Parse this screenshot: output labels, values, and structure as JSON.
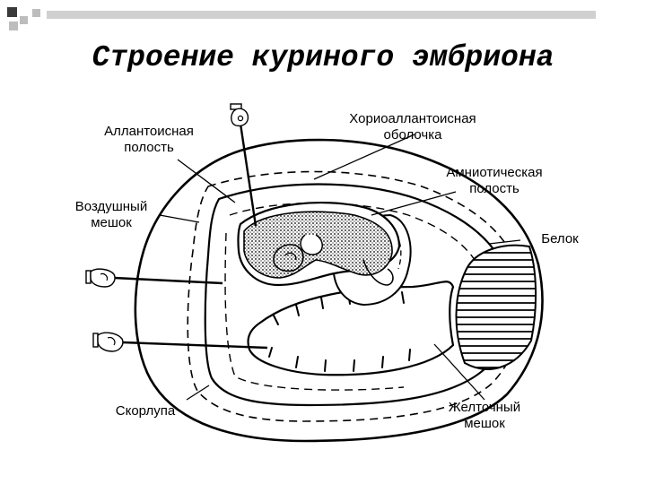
{
  "title": "Строение куриного эмбриона",
  "labels": {
    "allantois_line1": "Аллантоисная",
    "allantois_line2": "полость",
    "chorion_line1": "Хориоаллантоисная",
    "chorion_line2": "оболочка",
    "amnion_line1": "Амниотическая",
    "amnion_line2": "полость",
    "air_line1": "Воздушный",
    "air_line2": "мешок",
    "albumen": "Белок",
    "shell": "Скорлупа",
    "yolk_line1": "Желточный",
    "yolk_line2": "мешок"
  },
  "colors": {
    "deco_dark": "#4a4a4a",
    "deco_light": "#c8c8c8",
    "ink": "#000000"
  }
}
